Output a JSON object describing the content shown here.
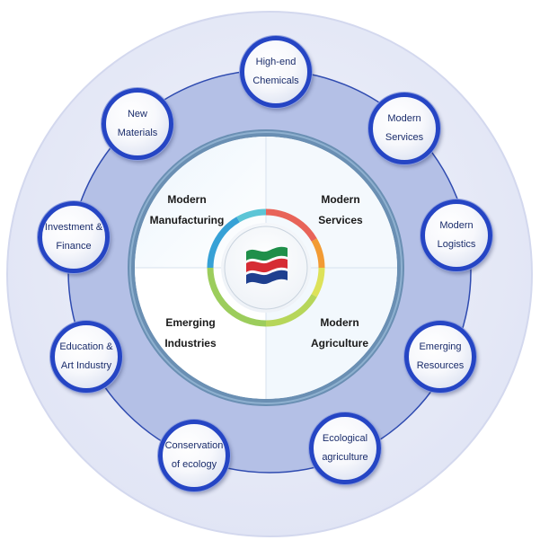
{
  "center_quadrants": {
    "top_left": [
      "Modern",
      "Manufacturing"
    ],
    "top_right": [
      "Modern",
      "Services"
    ],
    "bottom_left": [
      "Emerging",
      "Industries"
    ],
    "bottom_right": [
      "Modern",
      "Agriculture"
    ]
  },
  "outer_items": [
    [
      "High-end",
      "Chemicals"
    ],
    [
      "Modern",
      "Services"
    ],
    [
      "Modern",
      "Logistics"
    ],
    [
      "Emerging",
      "Resources"
    ],
    [
      "Ecological",
      "agriculture"
    ],
    [
      "Conservation",
      "of ecology"
    ],
    [
      "Education &",
      "Art Industry"
    ],
    [
      "Investment &",
      "Finance"
    ],
    [
      "New",
      "Materials"
    ]
  ],
  "colors": {
    "outer_disc": "#e6e9f7",
    "middle_ring": "#b4c0e6",
    "inner_ring": "#6a8fb3",
    "bubble_border": "#2545c4",
    "ring_red": "#e86459",
    "ring_orange": "#f29b34",
    "ring_yellow": "#dde259",
    "ring_green": "#9ccd5c",
    "ring_blue": "#37a1d6",
    "ring_teal": "#5cc5d6"
  },
  "logo_icon": "three-wave-flag-icon"
}
